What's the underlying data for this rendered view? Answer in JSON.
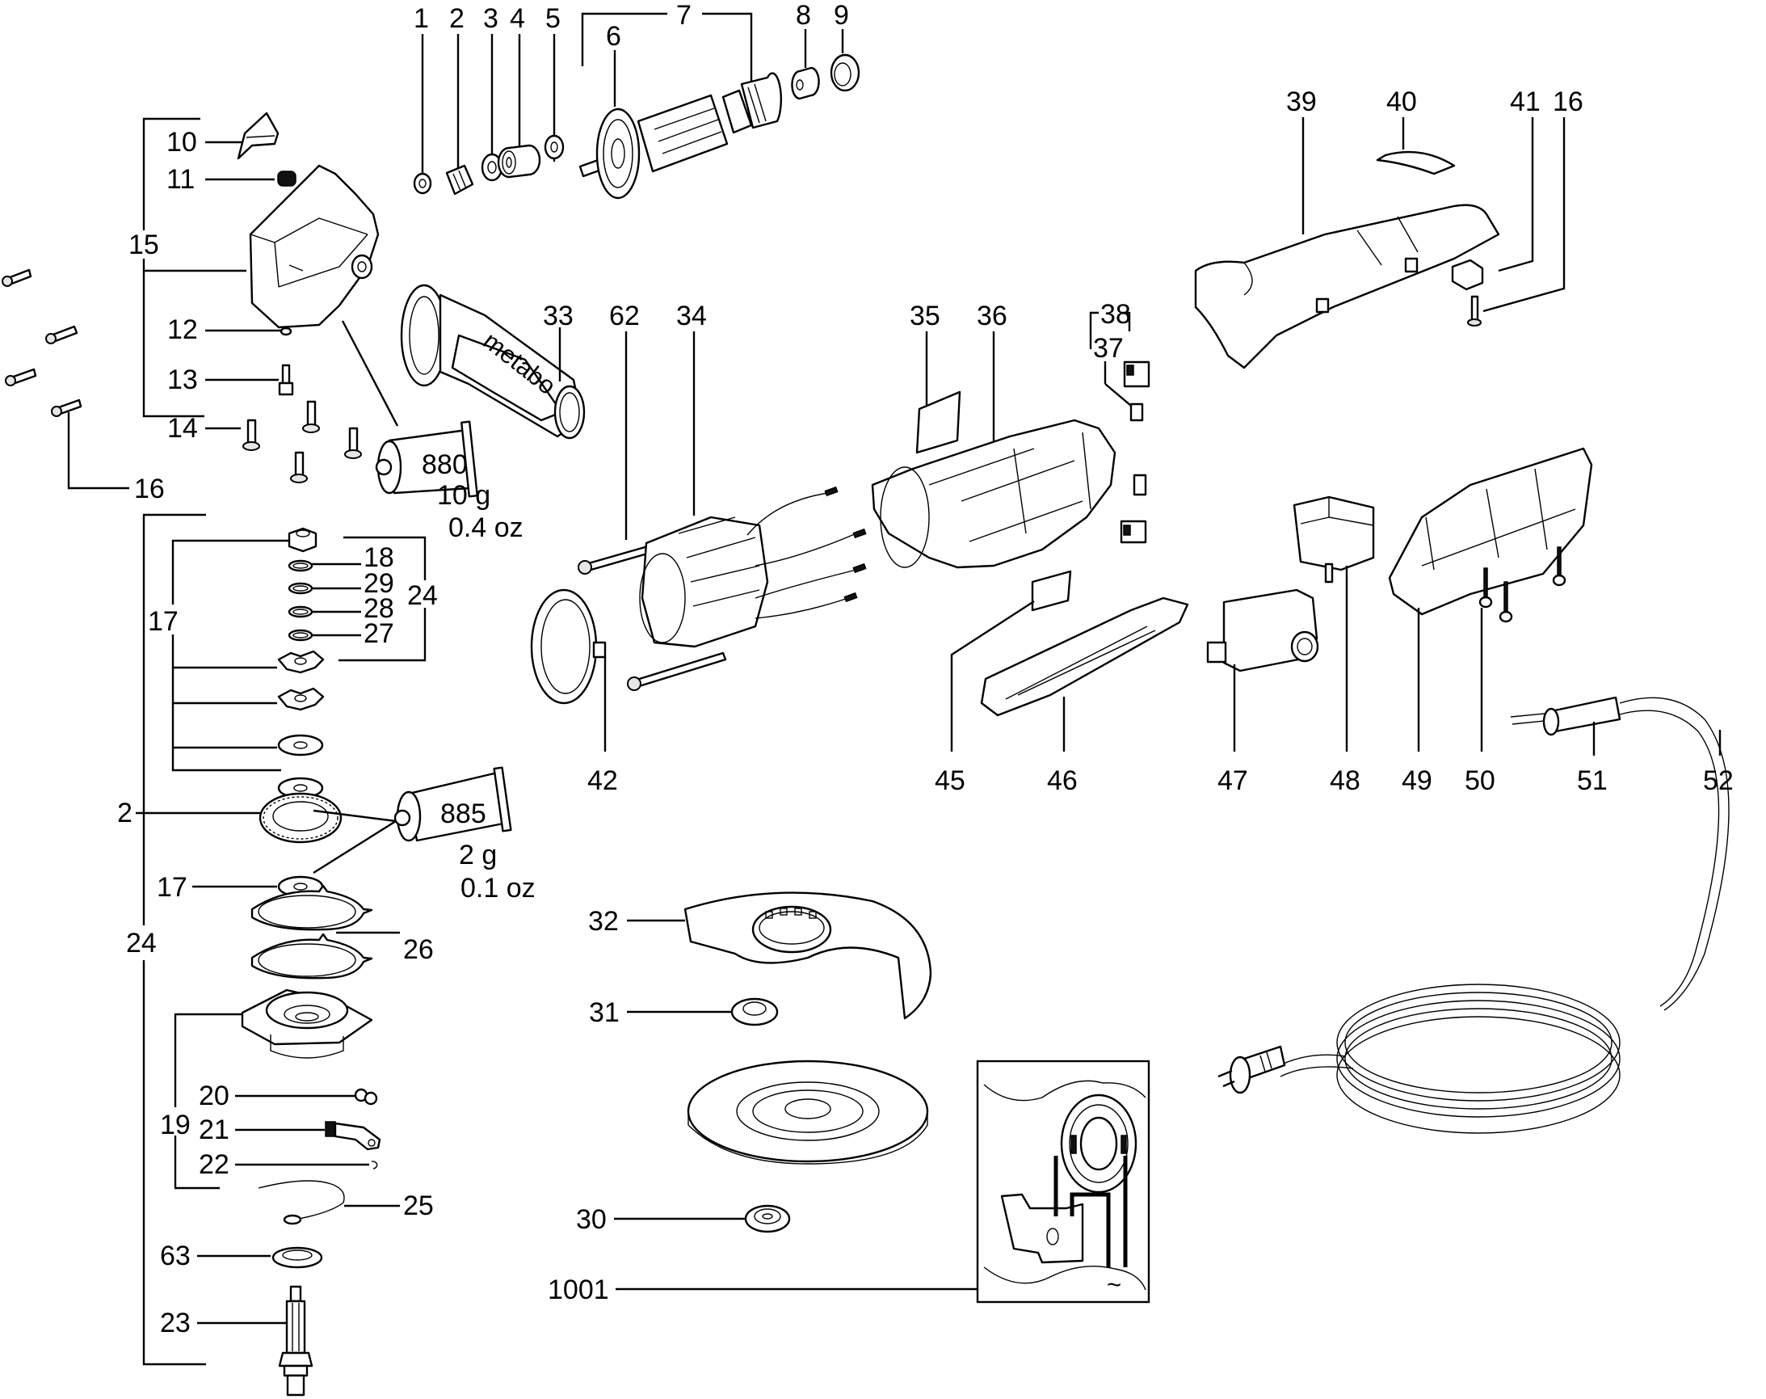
{
  "diagram": {
    "type": "exploded-parts-diagram",
    "subject": "angle grinder",
    "brand_on_handle": "metabo",
    "part_labels": {
      "p1": "1",
      "p2": "2",
      "p3": "3",
      "p4": "4",
      "p5": "5",
      "p6": "6",
      "p7": "7",
      "p8": "8",
      "p9": "9",
      "p10": "10",
      "p11": "11",
      "p12": "12",
      "p13": "13",
      "p14": "14",
      "p15": "15",
      "p16a": "16",
      "p16b": "16",
      "p17a": "17",
      "p17b": "17",
      "p18": "18",
      "p19": "19",
      "p20": "20",
      "p21": "21",
      "p22": "22",
      "p23": "23",
      "p24a": "24",
      "p24b": "24",
      "p25": "25",
      "p26": "26",
      "p27": "27",
      "p28": "28",
      "p29": "29",
      "p2b": "2",
      "p30": "30",
      "p31": "31",
      "p32": "32",
      "p33": "33",
      "p34": "34",
      "p35": "35",
      "p36": "36",
      "p37": "37",
      "p38": "38",
      "p39": "39",
      "p40": "40",
      "p41": "41",
      "p42": "42",
      "p45": "45",
      "p46": "46",
      "p47": "47",
      "p48": "48",
      "p49": "49",
      "p50": "50",
      "p51": "51",
      "p52": "52",
      "p62": "62",
      "p63": "63",
      "p1001": "1001"
    },
    "grease_tubes": [
      {
        "code": "880",
        "weight_metric": "10 g",
        "weight_imperial": "0.4 oz"
      },
      {
        "code": "885",
        "weight_metric": "2 g",
        "weight_imperial": "0.1 oz"
      }
    ],
    "wiring_diagram": {
      "ac_symbol": "~"
    }
  }
}
